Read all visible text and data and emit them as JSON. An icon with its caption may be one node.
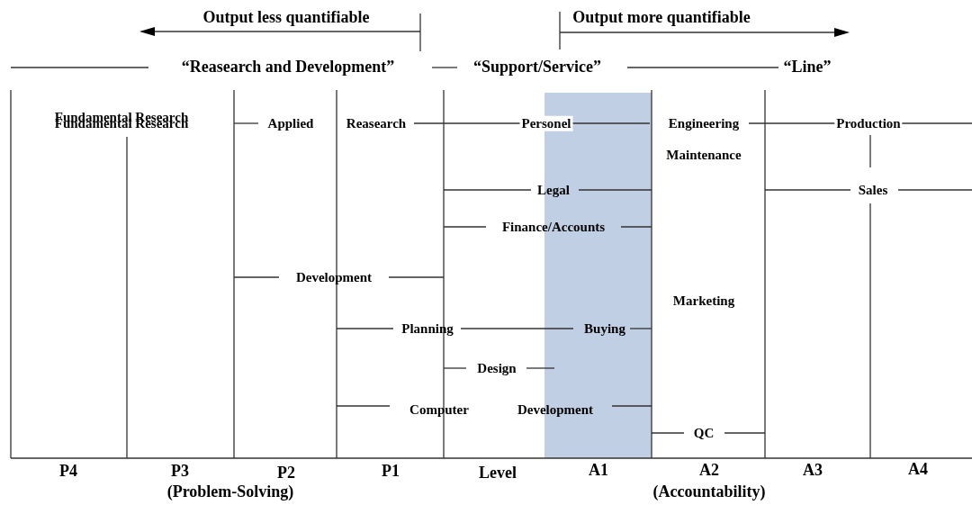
{
  "diagram": {
    "labels": [
      "Output less quantifiable",
      "Output more quantifiable",
      "“Reasearch and Development”",
      "“Support/Service”",
      "“Line”",
      "Fundamental Research",
      "Fundamental Research",
      "Applied",
      "Reasearch",
      "Personel",
      "Engineering",
      "Production",
      "Maintenance",
      "Legal",
      "Sales",
      "Finance/Accounts",
      "Development",
      "Marketing",
      "Planning",
      "Buying",
      "Design",
      "Computer",
      "Development",
      "QC",
      "P4",
      "P3",
      "P2",
      "P1",
      "Level",
      "A1",
      "A2",
      "A3",
      "A4",
      "(Problem-Solving)",
      "(Accountability)"
    ]
  }
}
